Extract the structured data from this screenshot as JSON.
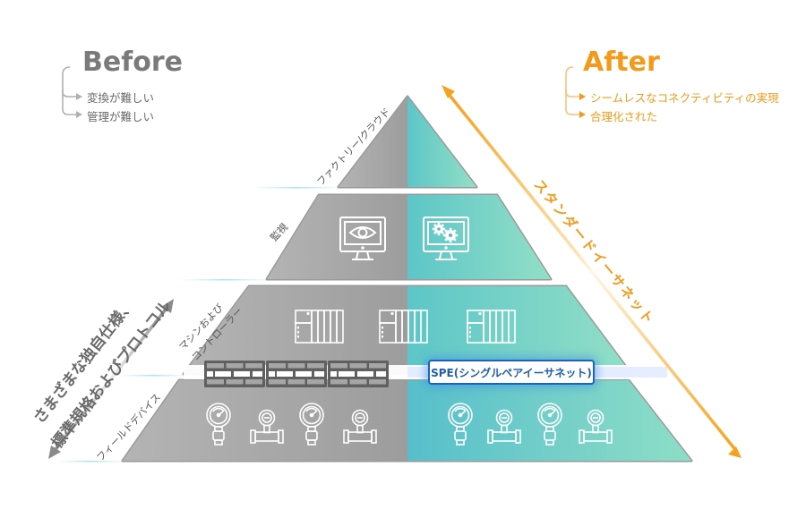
{
  "before": {
    "title": "Before",
    "items": [
      "変換が難しい",
      "管理が難しい"
    ],
    "color": "#7a7a7a"
  },
  "after": {
    "title": "After",
    "items": [
      "シームレスなコネクティビティの実現",
      "合理化された"
    ],
    "color": "#f39a1a"
  },
  "pyramid": {
    "tiers": [
      {
        "label": "ファクトリー/クラウド"
      },
      {
        "label": "監視",
        "left_icon": "monitor-eye-icon",
        "right_icon": "monitor-gears-icon"
      },
      {
        "label_line1": "マシンおよび",
        "label_line2": "コントローラー",
        "icon": "plc-controller-icon"
      },
      {
        "label": "フィールドデバイス",
        "icons": [
          "pressure-gauge-icon",
          "flow-meter-icon",
          "pressure-gauge-icon",
          "flow-meter-icon"
        ]
      }
    ],
    "left_color": "#8c8c8c",
    "right_gradient": [
      "#2ab0c8",
      "#8fdcc8"
    ]
  },
  "spe_label": "SPE(シングルペアイーサネット)",
  "left_arrow_label": {
    "line1": "さまざまな独自仕様、",
    "line2": "標準規格およびプロトコル"
  },
  "right_arrow_label": "スタンダードイーサネット"
}
